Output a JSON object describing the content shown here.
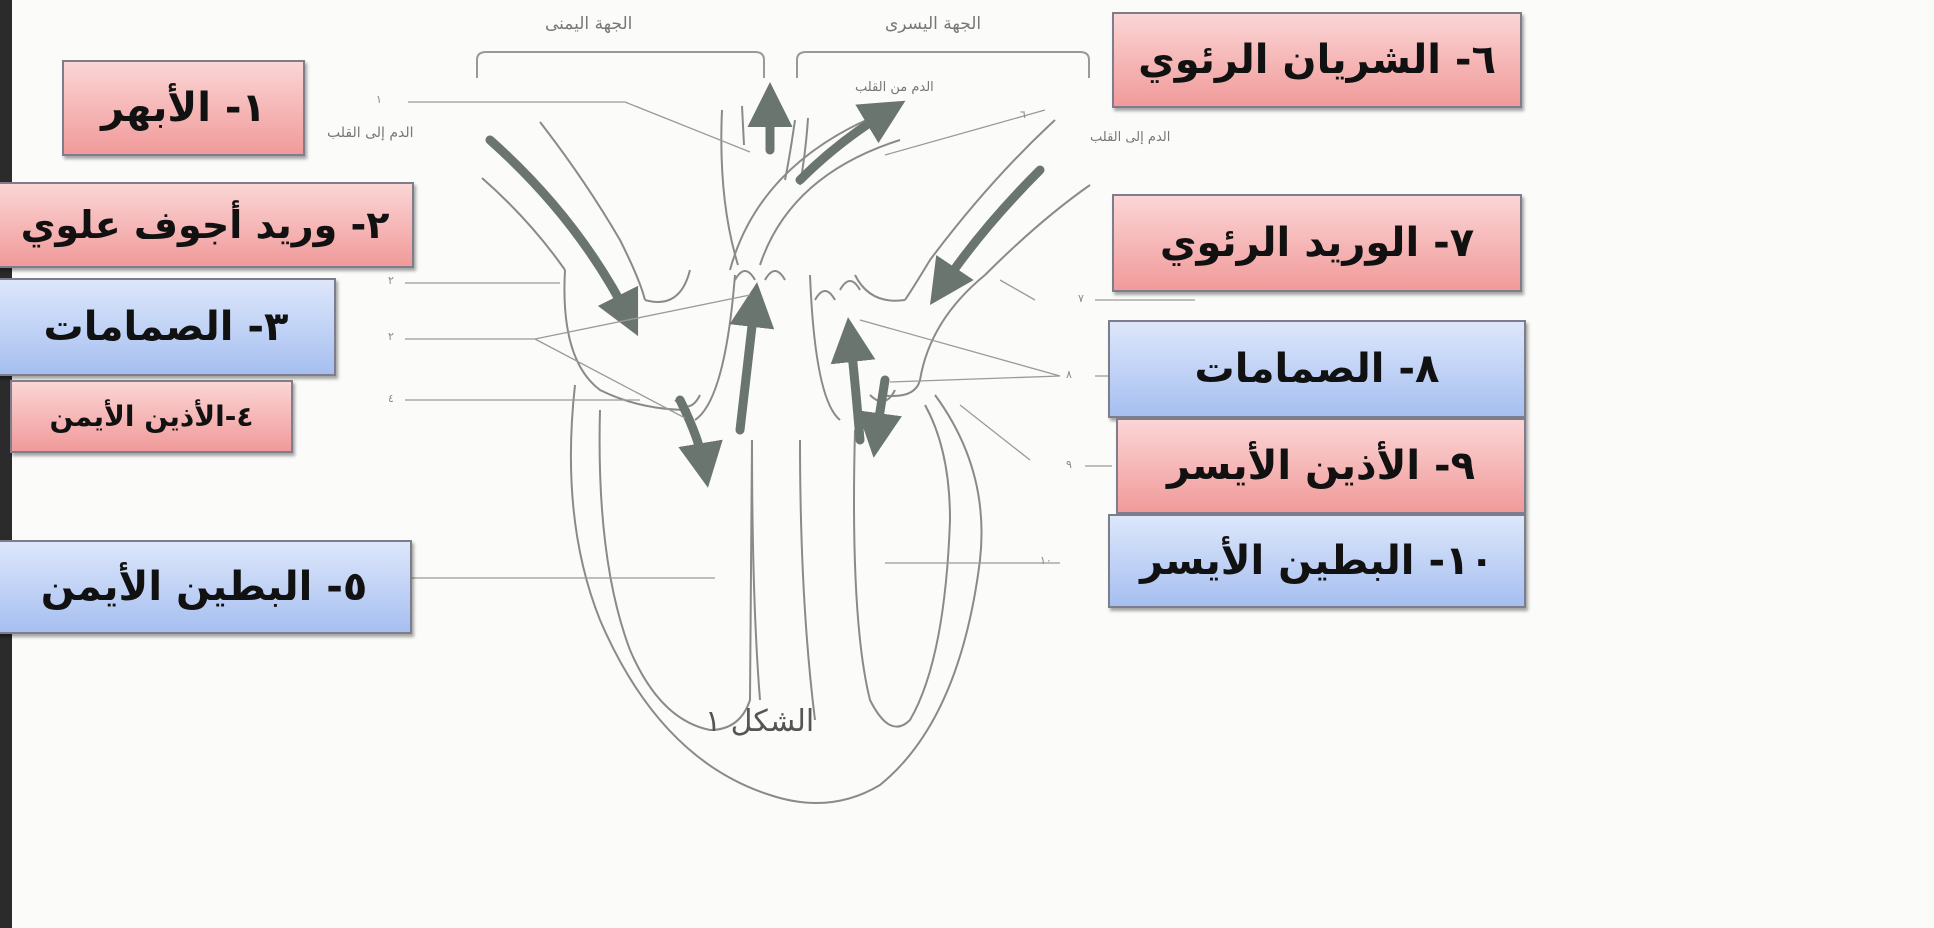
{
  "headers": {
    "right_side": "الجهة اليمنى",
    "left_side": "الجهة اليسرى"
  },
  "flow_labels": {
    "to_heart_right": "الدم إلى القلب",
    "from_heart": "الدم من القلب",
    "to_heart_left": "الدم إلى القلب"
  },
  "callouts": [
    {
      "text": "١- الأبهر",
      "color": "pink"
    },
    {
      "text": "٢- وريد أجوف علوي",
      "color": "pink"
    },
    {
      "text": "٣- الصمامات",
      "color": "blue"
    },
    {
      "text": "٤-الأذين الأيمن",
      "color": "pink"
    },
    {
      "text": "٥- البطين الأيمن",
      "color": "blue"
    },
    {
      "text": "٦- الشريان الرئوي",
      "color": "pink"
    },
    {
      "text": "٧- الوريد الرئوي",
      "color": "pink"
    },
    {
      "text": "٨- الصمامات",
      "color": "blue"
    },
    {
      "text": "٩- الأذين الأيسر",
      "color": "pink"
    },
    {
      "text": "١٠- البطين الأيسر",
      "color": "blue"
    }
  ],
  "line_numbers": [
    "١",
    "٢",
    "٢",
    "٤",
    "٦",
    "٧",
    "٨",
    "٩",
    "١٠"
  ],
  "figure_caption": "الشكل ١",
  "colors": {
    "pink": "#f4a7a7",
    "blue": "#b4c8f2",
    "arrow": "#6b7570",
    "outline": "#8a8a8a"
  }
}
